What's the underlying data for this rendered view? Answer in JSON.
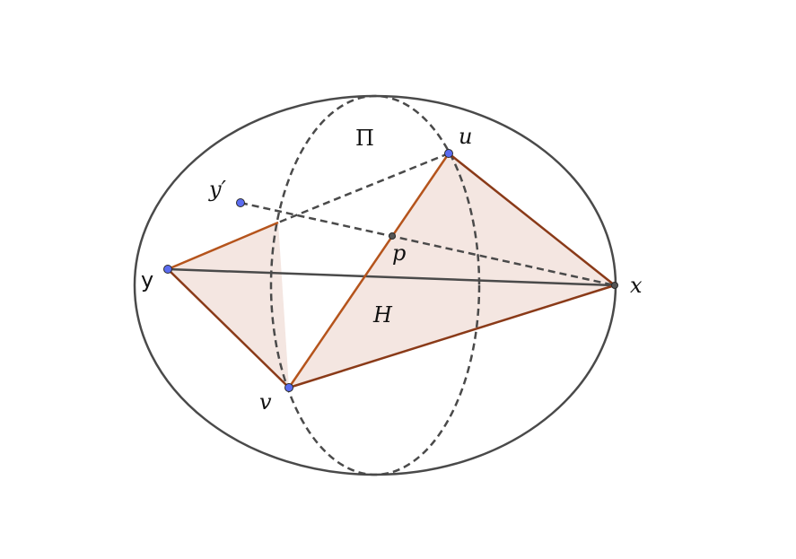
{
  "labels": {
    "u": "u",
    "y_prime": "y′",
    "p": "p",
    "y": "y",
    "x": "x",
    "H": "H",
    "v": "v",
    "Pi": "Π"
  },
  "colors": {
    "outline": "#4a4a4a",
    "edge_orange": "#b5541c",
    "edge_brown": "#8a3a18",
    "fill": "#f4e6e1",
    "point_fill": "#5b6cf0",
    "point_stroke": "#2a2a2a",
    "center_point": "#555555"
  }
}
